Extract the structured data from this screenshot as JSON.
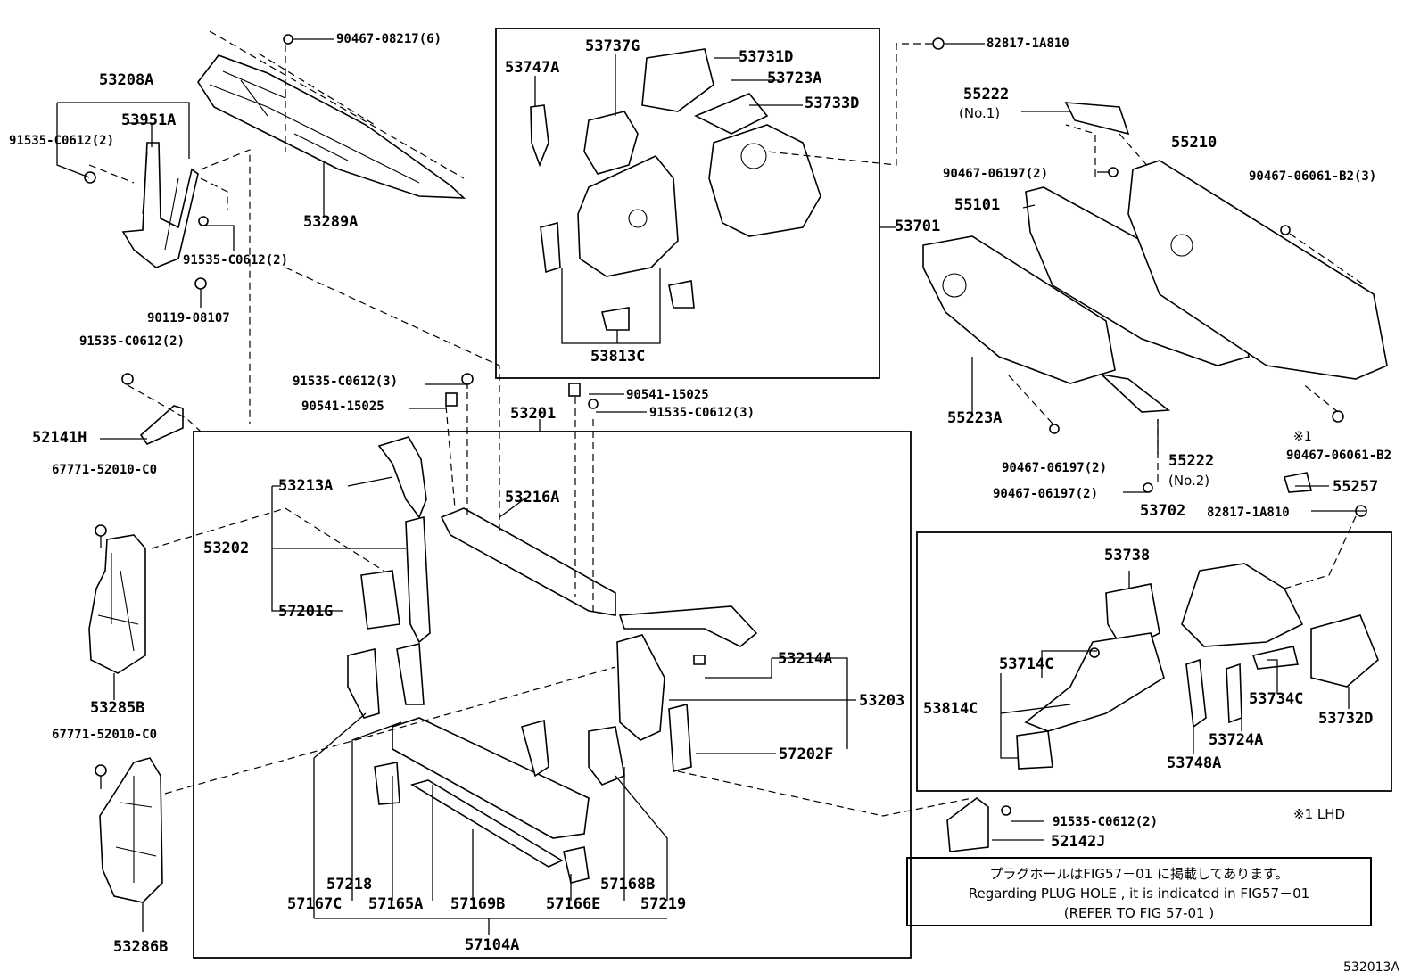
{
  "labels": {
    "p90467_08217": "90467-08217(6)",
    "p53208A": "53208A",
    "p53951A": "53951A",
    "p91535_C0612_a": "91535-C0612(2)",
    "p91535_C0612_b": "91535-C0612(2)",
    "p53289A": "53289A",
    "p90119_08107": "90119-08107",
    "p91535_C0612_c": "91535-C0612(2)",
    "p52141H": "52141H",
    "p67771_a": "67771-52010-C0",
    "p53285B": "53285B",
    "p67771_b": "67771-52010-C0",
    "p53286B": "53286B",
    "p53747A": "53747A",
    "p53737G": "53737G",
    "p53731D": "53731D",
    "p53723A": "53723A",
    "p53733D": "53733D",
    "p53813C": "53813C",
    "p53701": "53701",
    "p82817_a": "82817-1A810",
    "p55222_1": "55222",
    "p55222_1sub": "(No.1)",
    "p55210": "55210",
    "p90467_06197_a": "90467-06197(2)",
    "p90467_06061_a": "90467-06061-B2(3)",
    "p55101": "55101",
    "p55223A": "55223A",
    "p90467_06197_b": "90467-06197(2)",
    "p90467_06197_c": "90467-06197(2)",
    "p55222_2": "55222",
    "p55222_2sub": "(No.2)",
    "p90467_06061_b": "90467-06061-B2",
    "p55257": "55257",
    "p_lhd_mark": "※1",
    "p53702": "53702",
    "p82817_b": "82817-1A810",
    "p53738": "53738",
    "p53714C": "53714C",
    "p53814C": "53814C",
    "p53734C": "53734C",
    "p53724A": "53724A",
    "p53732D": "53732D",
    "p53748A": "53748A",
    "p91535_C0612_3a": "91535-C0612(3)",
    "p90541_a": "90541-15025",
    "p90541_b": "90541-15025",
    "p91535_C0612_3b": "91535-C0612(3)",
    "p53201": "53201",
    "p53213A": "53213A",
    "p53216A": "53216A",
    "p53202": "53202",
    "p57201G": "57201G",
    "p53214A": "53214A",
    "p53203": "53203",
    "p57202F": "57202F",
    "p57218": "57218",
    "p57167C": "57167C",
    "p57165A": "57165A",
    "p57169B": "57169B",
    "p57166E": "57166E",
    "p57168B": "57168B",
    "p57219": "57219",
    "p57104A": "57104A",
    "p91535_C0612_d": "91535-C0612(2)",
    "p52142J": "52142J",
    "p_lhd_note": "※1 LHD",
    "p_figure_id": "532013A"
  },
  "note": {
    "line1": "プラグホールはFIG57－01 に掲載してあります。",
    "line2": "Regarding  PLUG HOLE , it is indicated in FIG57－01",
    "line3": "(REFER TO FIG 57-01 )"
  }
}
